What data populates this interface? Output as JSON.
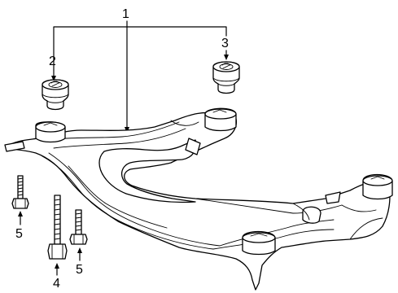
{
  "callouts": {
    "c1": "1",
    "c2": "2",
    "c3": "3",
    "c4": "4",
    "c5a": "5",
    "c5b": "5"
  }
}
